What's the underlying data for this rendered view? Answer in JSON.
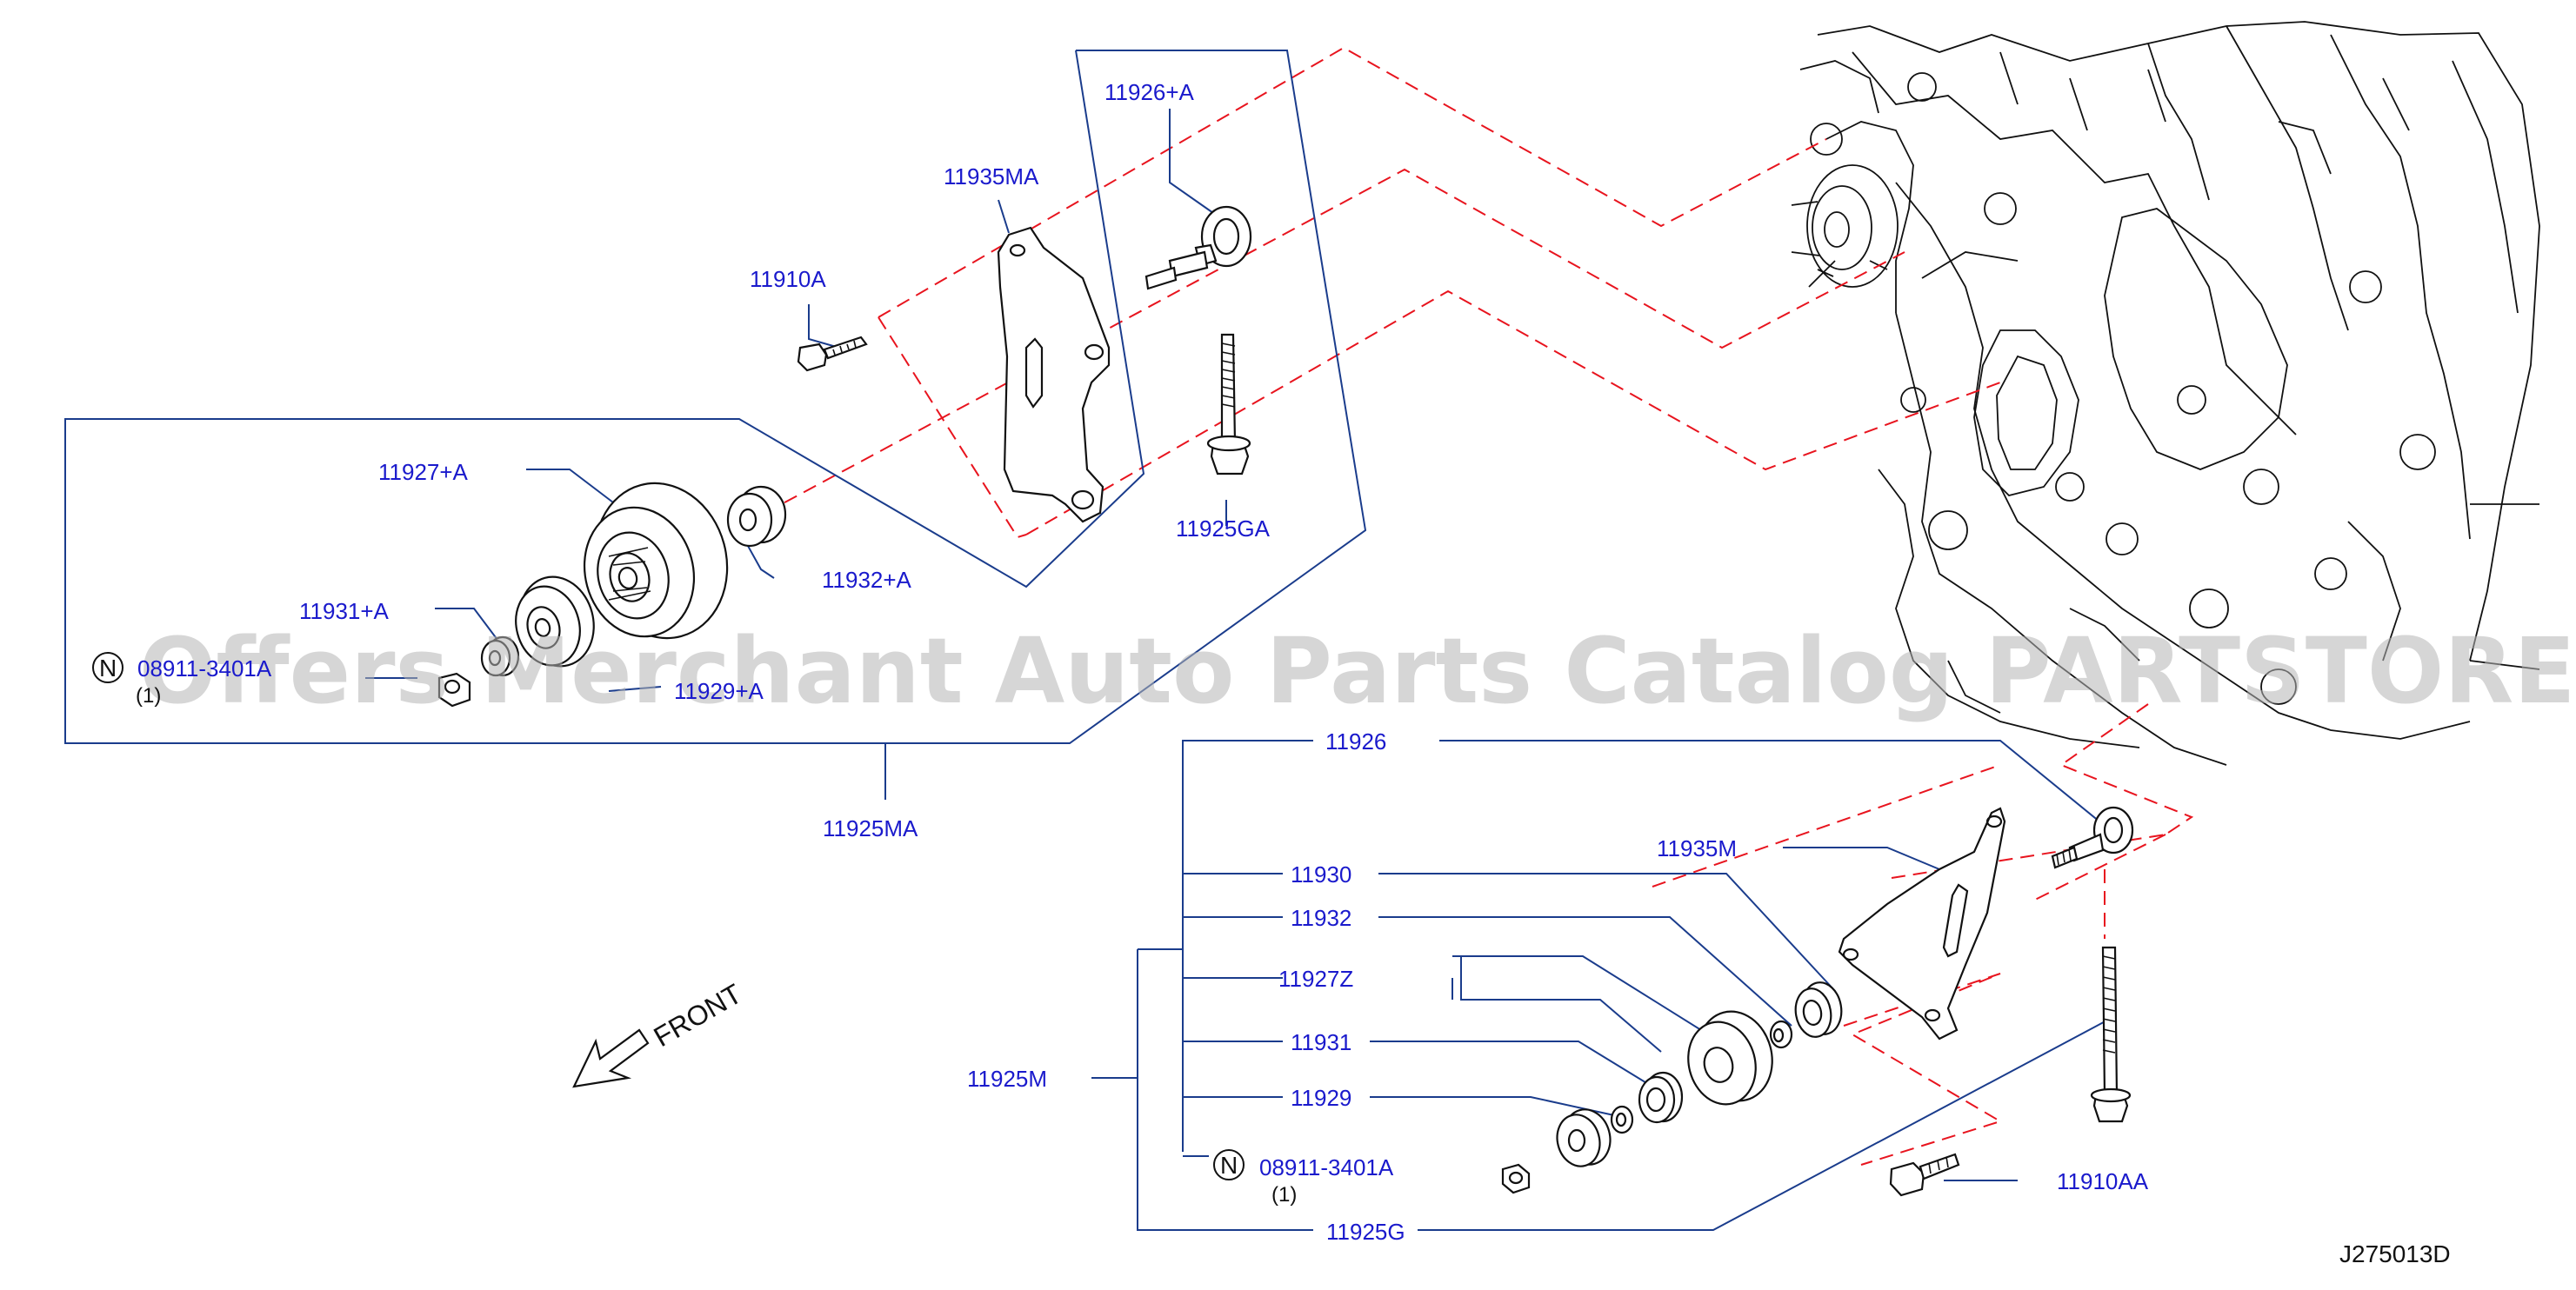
{
  "diagram": {
    "code": "J275013D",
    "watermark": "Offers Merchant Auto Parts Catalog PARTSTORE.SA",
    "front_label": "FRONT",
    "note_symbol": "N",
    "labels": {
      "p11926A": "11926+A",
      "p11935MA": "11935MA",
      "p11910A": "11910A",
      "p11927A": "11927+A",
      "p11932A": "11932+A",
      "p11931A": "11931+A",
      "p08911A_top": "08911-3401A",
      "qty_top": "(1)",
      "p11929A": "11929+A",
      "p11925MA": "11925MA",
      "p11925GA": "11925GA",
      "p11926": "11926",
      "p11930": "11930",
      "p11932": "11932",
      "p11927Z": "11927Z",
      "p11931": "11931",
      "p11929": "11929",
      "p08911A": "08911-3401A",
      "qty_bottom": "(1)",
      "p11925M": "11925M",
      "p11925G": "11925G",
      "p11935M": "11935M",
      "p11910AA": "11910AA"
    }
  }
}
